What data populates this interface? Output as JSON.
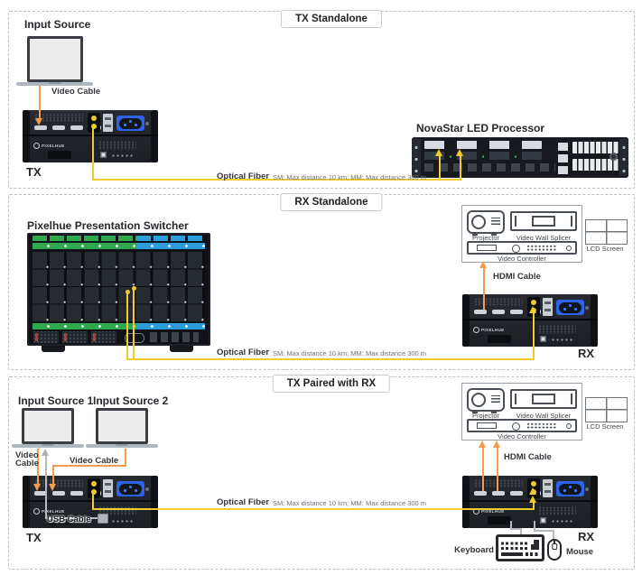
{
  "brand": "PIXELHUE",
  "sections": {
    "s1": {
      "title": "TX Standalone"
    },
    "s2": {
      "title": "RX Standalone"
    },
    "s3": {
      "title": "TX Paired with RX"
    }
  },
  "labels": {
    "input_source": "Input Source",
    "input_source_1": "Input Source 1",
    "input_source_2": "Input Source 2",
    "video_cable": "Video Cable",
    "video_cable_line1": "Video",
    "video_cable_line2": "Cable",
    "usb_cable": "USB Cable",
    "optical_fiber": "Optical Fiber",
    "optical_fiber_note": "SM: Max distance 10 km; MM: Max distance 300 m",
    "hdmi_cable": "HDMI Cable",
    "tx": "TX",
    "rx": "RX",
    "novastar": "NovaStar LED Processor",
    "switcher": "Pixelhue Presentation Switcher",
    "projector": "Projector",
    "video_wall_splicer": "Video Wall Splicer",
    "lcd_screen": "LCD Screen",
    "video_controller": "Video Controller",
    "keyboard": "Keyboard",
    "mouse": "Mouse"
  },
  "icons": {
    "input_source": "laptop-icon",
    "projector": "projector-icon",
    "video_wall_splicer": "rack-splicer-icon",
    "lcd_screen": "quad-screen-icon",
    "video_controller": "rack-controller-icon",
    "keyboard": "keyboard-icon",
    "mouse": "mouse-icon",
    "fiber_port": "lc-duplex-port-icon"
  },
  "colors": {
    "video_cable": "#F59B50",
    "hdmi_cable": "#F59B50",
    "optical_fiber": "#EFCB2E",
    "usb_cable": "#B3B9BF",
    "section_border": "#BFBFBF",
    "device_body": "#1F2227",
    "power_inlet": "#2E62E8",
    "switcher_green": "#2FA84F",
    "switcher_blue": "#2D9CDB"
  }
}
